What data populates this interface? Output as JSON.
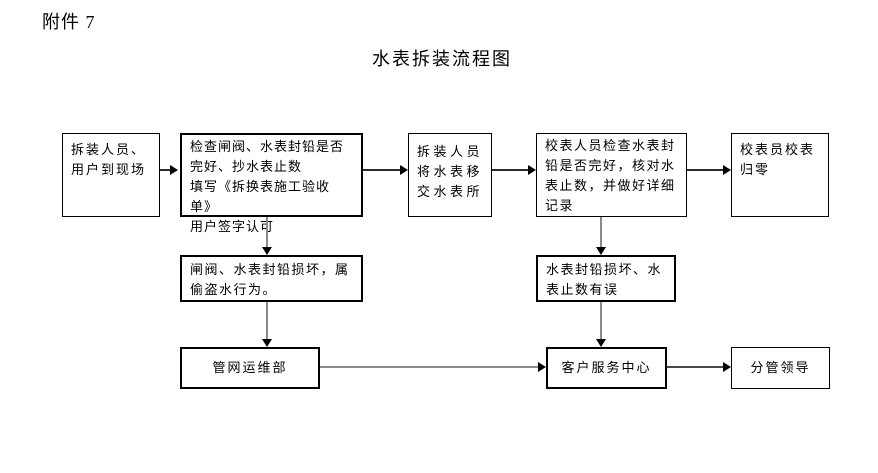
{
  "page": {
    "attachment_label": "附件 7",
    "title": "水表拆装流程图"
  },
  "colors": {
    "background": "#ffffff",
    "box_border": "#000000",
    "text": "#000000",
    "arrow_stem_gray": "#8a8a8a",
    "arrow_head_black": "#000000"
  },
  "flowchart": {
    "nodes": {
      "arrive": {
        "text": "拆装人员、\n用户到现场"
      },
      "check": {
        "text": "检查闸阀、水表封铅是否\n完好、抄水表止数\n填写《拆换表施工验收单》\n用户签字认可"
      },
      "transfer": {
        "text": "拆装人员\n将水表移\n交水表所"
      },
      "verify": {
        "text": "校表人员检查水表封\n铅是否完好，核对水\n表止数，并做好详细\n记录"
      },
      "reset": {
        "text": "校表员校表\n归零"
      },
      "damage_theft": {
        "text": "闸阀、水表封铅损坏，属\n偷盗水行为。"
      },
      "damage_error": {
        "text": "水表封铅损坏、水\n表止数有误"
      },
      "pipeline_dept": {
        "text": "管网运维部"
      },
      "service_center": {
        "text": "客户服务中心"
      },
      "leader": {
        "text": "分管领导"
      }
    }
  }
}
